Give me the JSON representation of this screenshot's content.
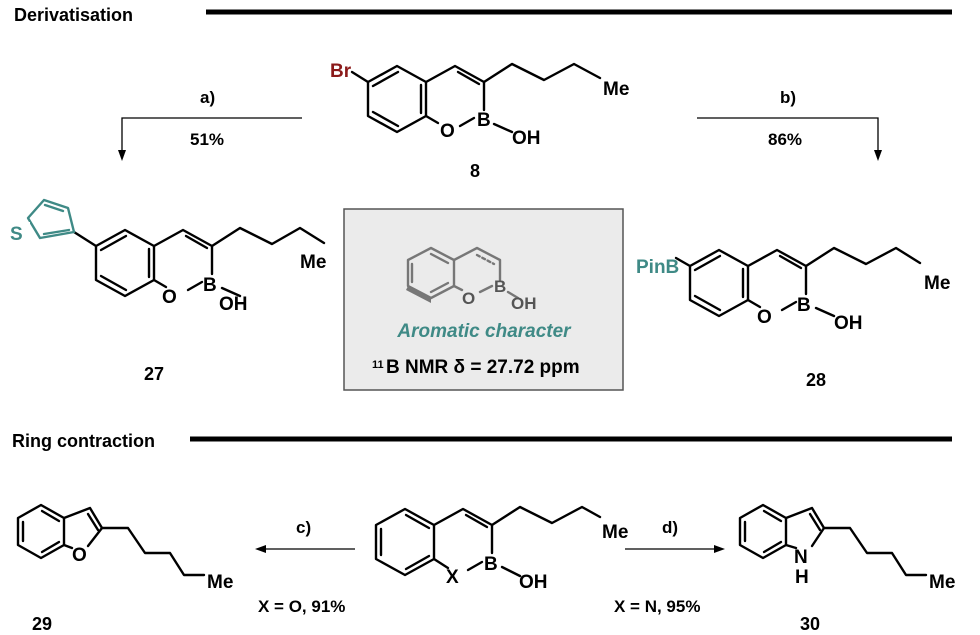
{
  "sections": {
    "derivatisation": "Derivatisation",
    "ring_contraction": "Ring contraction"
  },
  "compounds": {
    "c8": "8",
    "c27": "27",
    "c28": "28",
    "c29": "29",
    "c30": "30"
  },
  "conditions": {
    "a_label": "a)",
    "a_yield": "51%",
    "b_label": "b)",
    "b_yield": "86%",
    "c_label": "c)",
    "c_yield": "X = O, 91%",
    "d_label": "d)",
    "d_yield": "X = N, 95%"
  },
  "atoms": {
    "br": "Br",
    "me": "Me",
    "o": "O",
    "b": "B",
    "oh": "OH",
    "s": "S",
    "pinb": "PinB",
    "x": "X",
    "nh_n": "N",
    "nh_h": "H"
  },
  "infobox": {
    "title": "Aromatic character",
    "nmr_superscript": "11",
    "nmr_text": "B NMR δ = 27.72 ppm"
  },
  "colors": {
    "bromine": "#8B1A1A",
    "teal": "#3F8A86",
    "box_fill": "#EBEBEB",
    "box_stroke": "#555555"
  }
}
